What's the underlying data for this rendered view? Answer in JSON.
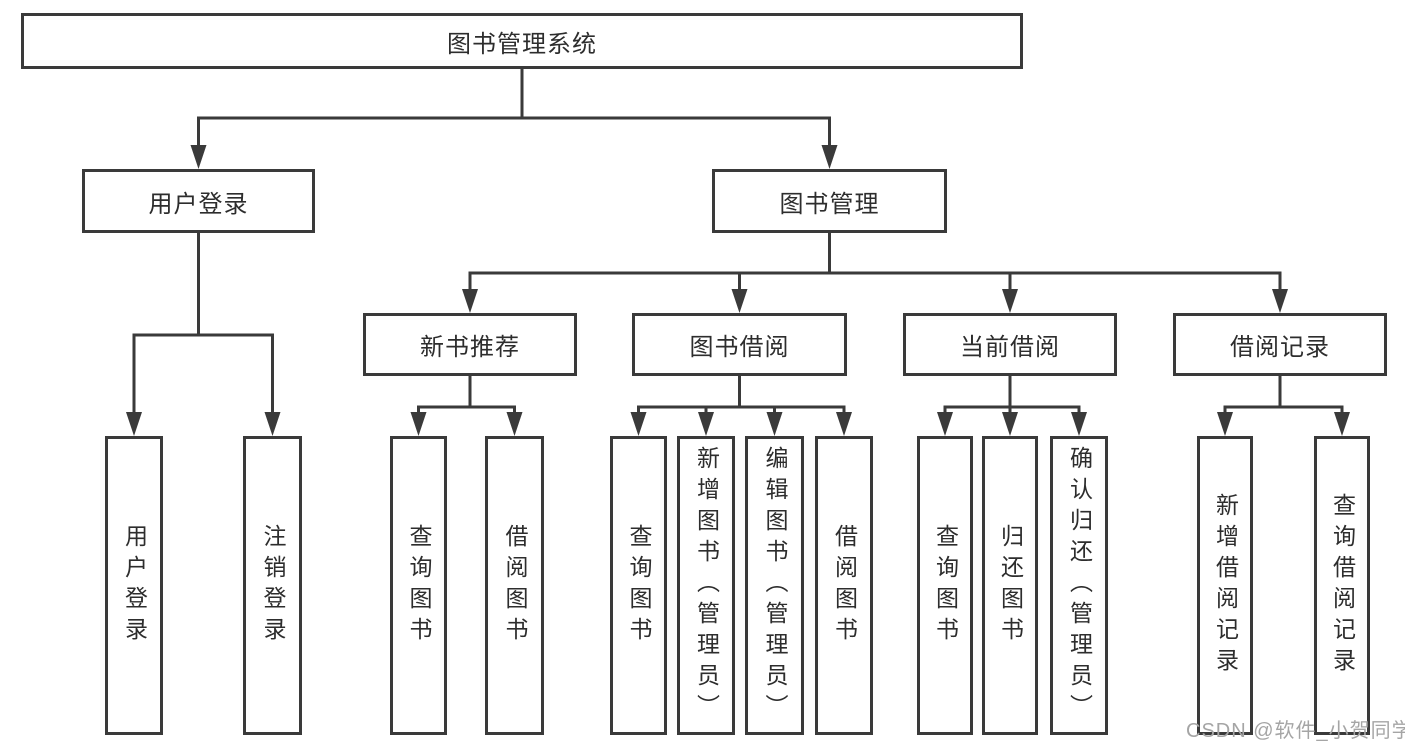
{
  "colors": {
    "line": "#3a3a3a",
    "text": "#2d2d2d",
    "watermark": "#a5a5a5"
  },
  "watermark": "CSDN @软件_小贺同学",
  "nodes": {
    "root": "图书管理系统",
    "login": "用户登录",
    "mgmt": "图书管理",
    "newbook": "新书推荐",
    "borrow": "图书借阅",
    "current": "当前借阅",
    "records": "借阅记录",
    "leaf_user_login": "用户登录",
    "leaf_logout": "注销登录",
    "leaf_nb_query": "查询图书",
    "leaf_nb_borrow": "借阅图书",
    "leaf_bw_query": "查询图书",
    "leaf_bw_add": "新增图书（管理员）",
    "leaf_bw_edit": "编辑图书（管理员）",
    "leaf_bw_borrow": "借阅图书",
    "leaf_cur_query": "查询图书",
    "leaf_cur_return": "归还图书",
    "leaf_cur_confirm": "确认归还（管理员）",
    "leaf_rec_add": "新增借阅记录",
    "leaf_rec_query": "查询借阅记录"
  },
  "tree": [
    {
      "parent": "root",
      "children": [
        "login",
        "mgmt"
      ]
    },
    {
      "parent": "login",
      "children": [
        "leaf_user_login",
        "leaf_logout"
      ]
    },
    {
      "parent": "mgmt",
      "children": [
        "newbook",
        "borrow",
        "current",
        "records"
      ]
    },
    {
      "parent": "newbook",
      "children": [
        "leaf_nb_query",
        "leaf_nb_borrow"
      ]
    },
    {
      "parent": "borrow",
      "children": [
        "leaf_bw_query",
        "leaf_bw_add",
        "leaf_bw_edit",
        "leaf_bw_borrow"
      ]
    },
    {
      "parent": "current",
      "children": [
        "leaf_cur_query",
        "leaf_cur_return",
        "leaf_cur_confirm"
      ]
    },
    {
      "parent": "records",
      "children": [
        "leaf_rec_add",
        "leaf_rec_query"
      ]
    }
  ]
}
